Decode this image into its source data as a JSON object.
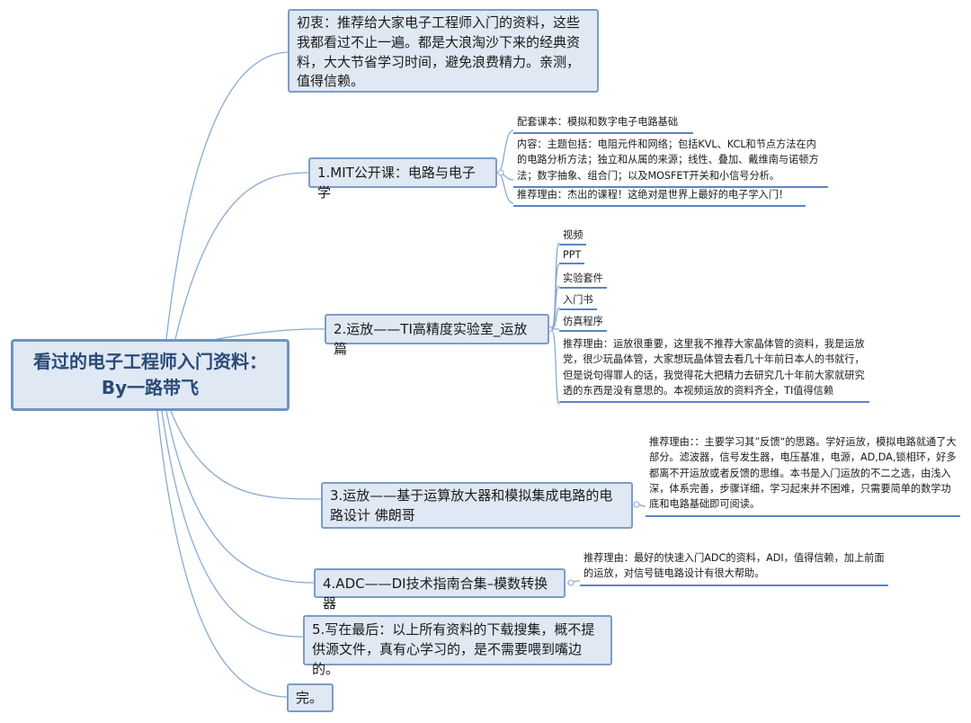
{
  "root": {
    "line1": "看过的电子工程师入门资料：",
    "line2": "By一路带飞"
  },
  "branches": {
    "intro": "初衷：推荐给大家电子工程师入门的资料，这些我都看过不止一遍。都是大浪淘沙下来的经典资料，大大节省学习时间，避免浪费精力。亲测，值得信赖。",
    "mit": {
      "label": "1.MIT公开课：电路与电子学",
      "textbook": "配套课本：模拟和数字电子电路基础",
      "content": "内容：主题包括：电阻元件和网络；包括KVL、KCL和节点方法在内的电路分析方法；独立和从属的来源；线性、叠加、戴维南与诺顿方法；数字抽象、组合门；以及MOSFET开关和小信号分析。",
      "reason": "推荐理由：杰出的课程！这绝对是世界上最好的电子学入门！"
    },
    "ti": {
      "label": "2.运放——TI高精度实验室_运放篇",
      "items": [
        "视频",
        "PPT",
        "实验套件",
        "入门书",
        "仿真程序"
      ],
      "reason": "推荐理由：运放很重要，这里我不推荐大家晶体管的资料，我是运放党，很少玩晶体管，大家想玩晶体管去看几十年前日本人的书就行，但是说句得罪人的话，我觉得花大把精力去研究几十年前大家就研究透的东西是没有意思的。本视频运放的资料齐全，TI值得信赖"
    },
    "opamp": {
      "label": "3.运放——基于运算放大器和模拟集成电路的电路设计 佛朗哥",
      "reason": "推荐理由：：主要学习其”反馈“的思路。学好运放，模拟电路就通了大部分。滤波器，信号发生器，电压基准，电源，AD,DA,锁相环，好多都离不开运放或者反馈的思维。本书是入门运放的不二之选，由浅入深，体系完善，步骤详细，学习起来并不困难，只需要简单的数学功底和电路基础即可阅读。"
    },
    "adc": {
      "label": "4.ADC——DI技术指南合集–模数转换器",
      "reason": "推荐理由：最好的快速入门ADC的资料，ADI，值得信赖，加上前面的运放，对信号链电路设计有很大帮助。"
    },
    "last": "5.写在最后：以上所有资料的下载搜集，概不提供源文件，真有心学习的，是不需要喂到嘴边的。",
    "end": "完。"
  },
  "colors": {
    "node_fill": "#dfe8f3",
    "node_border": "#7d9cc6",
    "link": "#8aaad4",
    "root_text": "#2a4a78"
  }
}
